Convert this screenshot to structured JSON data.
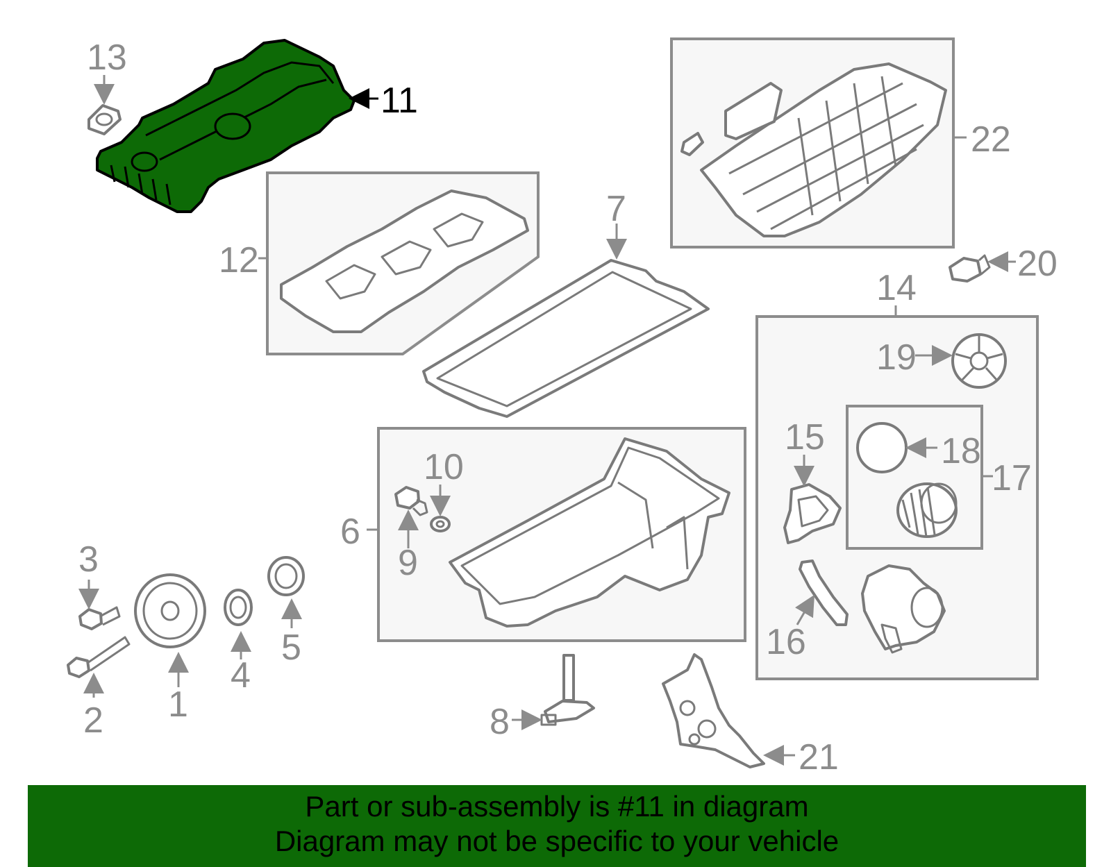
{
  "diagram": {
    "highlight_color": "#0d6a06",
    "outline_color": "#8c8c8c",
    "callouts": [
      "1",
      "2",
      "3",
      "4",
      "5",
      "6",
      "7",
      "8",
      "9",
      "10",
      "11",
      "12",
      "13",
      "14",
      "15",
      "16",
      "17",
      "18",
      "19",
      "20",
      "21",
      "22"
    ],
    "highlighted_callout": "11"
  },
  "banner": {
    "line1": "Part or sub-assembly is #11 in diagram",
    "line2": "Diagram may not be specific to your vehicle",
    "background": "#0d6a06"
  }
}
